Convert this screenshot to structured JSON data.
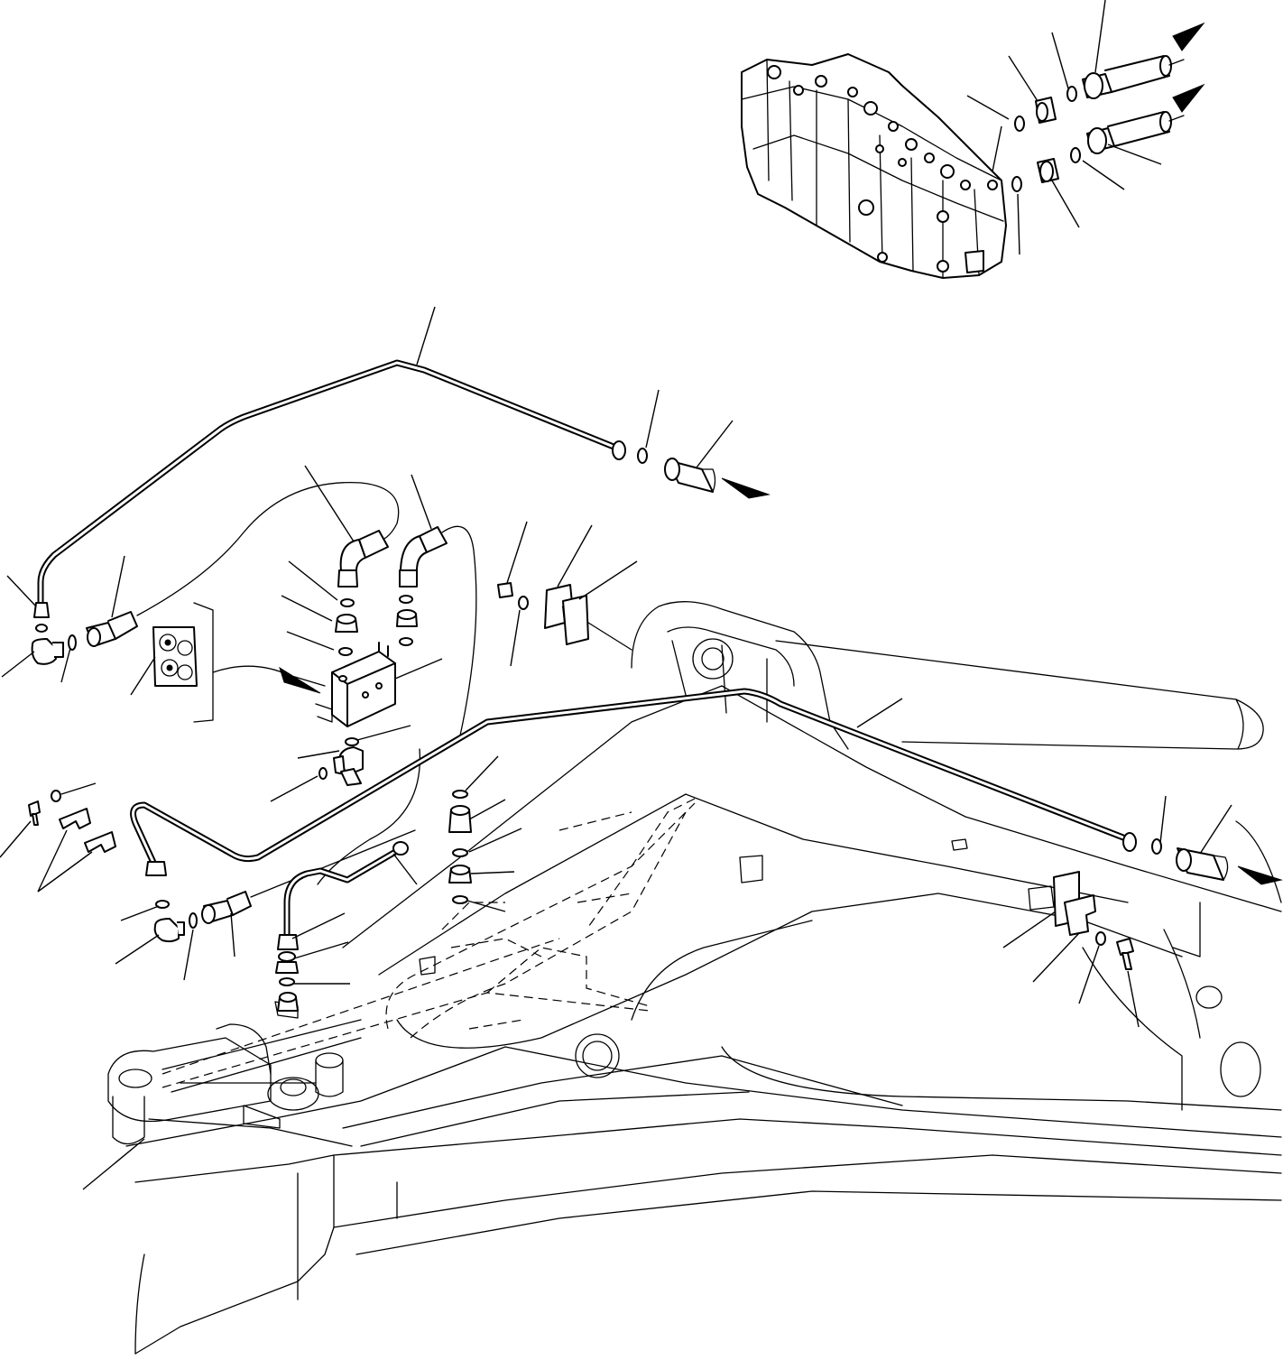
{
  "diagram": {
    "icons": {
      "valve": "control-valve-assembly",
      "pipe": "hydraulic-tube",
      "hose": "hydraulic-hose",
      "fitting": "hose-fitting",
      "oring": "o-ring",
      "clamp": "pipe-clamp",
      "bolt": "bolt",
      "arrow": "flow-arrow",
      "frame": "boom-frame"
    }
  }
}
